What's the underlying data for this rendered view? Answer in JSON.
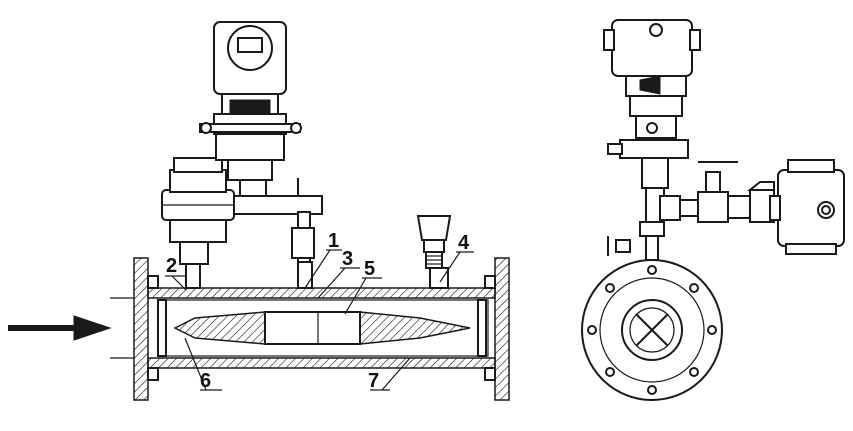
{
  "callouts": [
    {
      "id": "1",
      "label": "1"
    },
    {
      "id": "2",
      "label": "2"
    },
    {
      "id": "3",
      "label": "3"
    },
    {
      "id": "4",
      "label": "4"
    },
    {
      "id": "5",
      "label": "5"
    },
    {
      "id": "6",
      "label": "6"
    },
    {
      "id": "7",
      "label": "7"
    }
  ],
  "icons": {
    "flow_direction": "arrow-right-icon",
    "transmitter": "transmitter-icon",
    "valve": "valve-icon"
  }
}
